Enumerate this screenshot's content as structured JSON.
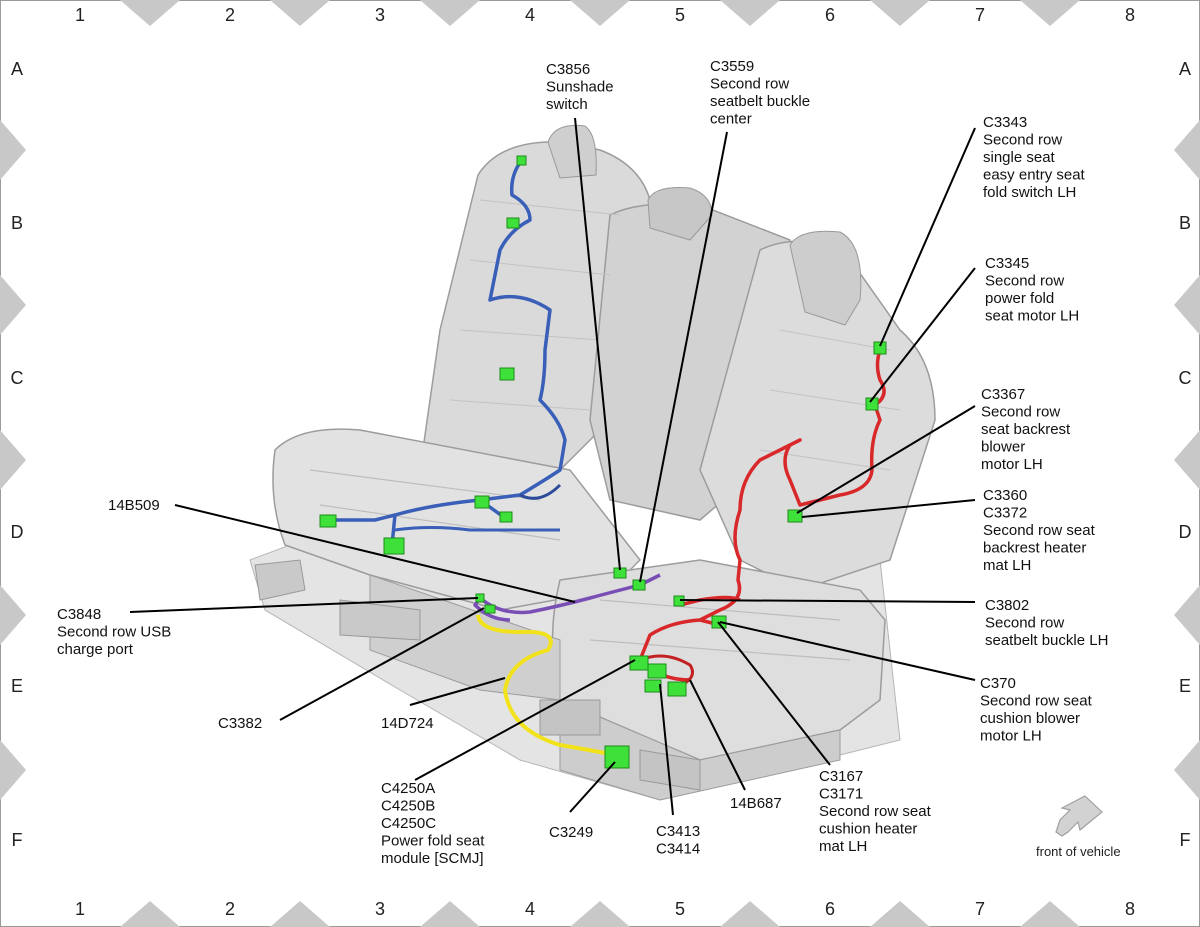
{
  "grid": {
    "columns": [
      "1",
      "2",
      "3",
      "4",
      "5",
      "6",
      "7",
      "8"
    ],
    "rows": [
      "A",
      "B",
      "C",
      "D",
      "E",
      "F"
    ]
  },
  "callouts": [
    {
      "id": "c3856",
      "lines": [
        "C3856",
        "Sunshade",
        "switch"
      ]
    },
    {
      "id": "c3559",
      "lines": [
        "C3559",
        "Second row",
        "seatbelt buckle",
        "center"
      ]
    },
    {
      "id": "c3343",
      "lines": [
        "C3343",
        "Second row",
        "single seat",
        "easy entry seat",
        "fold switch LH"
      ]
    },
    {
      "id": "c3345",
      "lines": [
        "C3345",
        "Second row",
        "power fold",
        "seat motor LH"
      ]
    },
    {
      "id": "c3367",
      "lines": [
        "C3367",
        "Second row",
        "seat backrest",
        "blower",
        "motor LH"
      ]
    },
    {
      "id": "c3360",
      "lines": [
        "C3360",
        "C3372",
        "Second row seat",
        "backrest heater",
        "mat LH"
      ]
    },
    {
      "id": "c3802",
      "lines": [
        "C3802",
        "Second row",
        "seatbelt buckle LH"
      ]
    },
    {
      "id": "c370",
      "lines": [
        "C370",
        "Second row seat",
        "cushion blower",
        "motor LH"
      ]
    },
    {
      "id": "c3167",
      "lines": [
        "C3167",
        "C3171",
        "Second row seat",
        "cushion heater",
        "mat LH"
      ]
    },
    {
      "id": "w14b687",
      "lines": [
        "14B687"
      ]
    },
    {
      "id": "c3413",
      "lines": [
        "C3413",
        "C3414"
      ]
    },
    {
      "id": "c3249",
      "lines": [
        "C3249"
      ]
    },
    {
      "id": "c4250",
      "lines": [
        "C4250A",
        "C4250B",
        "C4250C",
        "Power fold seat",
        "module [SCMJ]"
      ]
    },
    {
      "id": "w14d724",
      "lines": [
        "14D724"
      ]
    },
    {
      "id": "c3382",
      "lines": [
        "C3382"
      ]
    },
    {
      "id": "c3848",
      "lines": [
        "C3848",
        "Second row USB",
        "charge port"
      ]
    },
    {
      "id": "w14b509",
      "lines": [
        "14B509"
      ]
    }
  ],
  "orientation": {
    "label": "front of vehicle",
    "icon": "arrow-icon"
  },
  "colors": {
    "harness_blue": "#3a5fb8",
    "harness_red": "#d8282a",
    "harness_purple": "#7a4fb5",
    "harness_yellow": "#f2e21c",
    "connector_green": "#3ee03a",
    "seat_gray": "#d6d6d6",
    "border_marker": "#c8c8c8"
  }
}
